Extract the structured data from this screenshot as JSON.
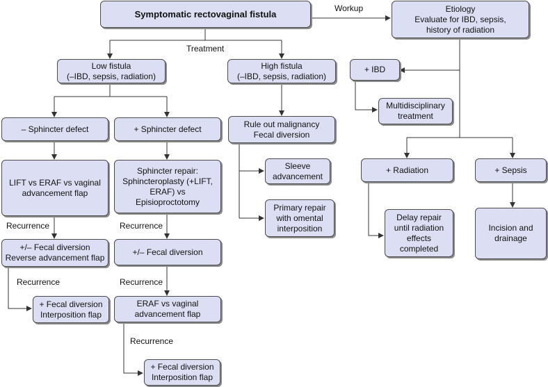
{
  "nodes": {
    "root": [
      "Symptomatic rectovaginal fistula"
    ],
    "etiology": [
      "Etiology",
      "Evaluate for IBD, sepsis,",
      "history of radiation"
    ],
    "low_fistula": [
      "Low fistula",
      "(–IBD, sepsis, radiation)"
    ],
    "high_fistula": [
      "High fistula",
      "(–IBD, sepsis, radiation)"
    ],
    "ibd": [
      "+ IBD"
    ],
    "multidisciplinary": [
      "Multidisciplinary",
      "treatment"
    ],
    "minus_sphincter": [
      "– Sphincter defect"
    ],
    "plus_sphincter": [
      "+ Sphincter defect"
    ],
    "rule_out": [
      "Rule out malignancy",
      "Fecal diversion"
    ],
    "radiation": [
      "+ Radiation"
    ],
    "sepsis": [
      "+ Sepsis"
    ],
    "lift": [
      "LIFT vs ERAF vs vaginal",
      "advancement flap"
    ],
    "sphincter_repair": [
      "Sphincter repair:",
      "Sphincteroplasty (+LIFT,",
      "ERAF) vs",
      "Episioproctotomy"
    ],
    "sleeve": [
      "Sleeve",
      "advancement"
    ],
    "primary_repair": [
      "Primary repair",
      "with omental",
      "interposition"
    ],
    "delay_repair": [
      "Delay repair",
      "until radiation",
      "effects",
      "completed"
    ],
    "incision": [
      "Incision and",
      "drainage"
    ],
    "fecal_reverse": [
      "+/– Fecal diversion",
      "Reverse advancement flap"
    ],
    "fecal_diversion_mid": [
      "+/– Fecal diversion"
    ],
    "interp_left": [
      "+ Fecal diversion",
      "Interposition flap"
    ],
    "eraf_vaginal": [
      "ERAF vs vaginal",
      "advancement flap"
    ],
    "interp_bottom": [
      "+ Fecal diversion",
      "Interposition flap"
    ]
  },
  "edge_labels": {
    "workup": "Workup",
    "treatment": "Treatment",
    "recurrence_1": "Recurrence",
    "recurrence_2": "Recurrence",
    "recurrence_3": "Recurrence",
    "recurrence_4": "Recurrence",
    "recurrence_5": "Recurrence"
  },
  "colors": {
    "node_fill": "#dcdff3",
    "node_border": "#4a4a4a",
    "node_shadow": "#8a8a8a",
    "connector": "#333333"
  }
}
